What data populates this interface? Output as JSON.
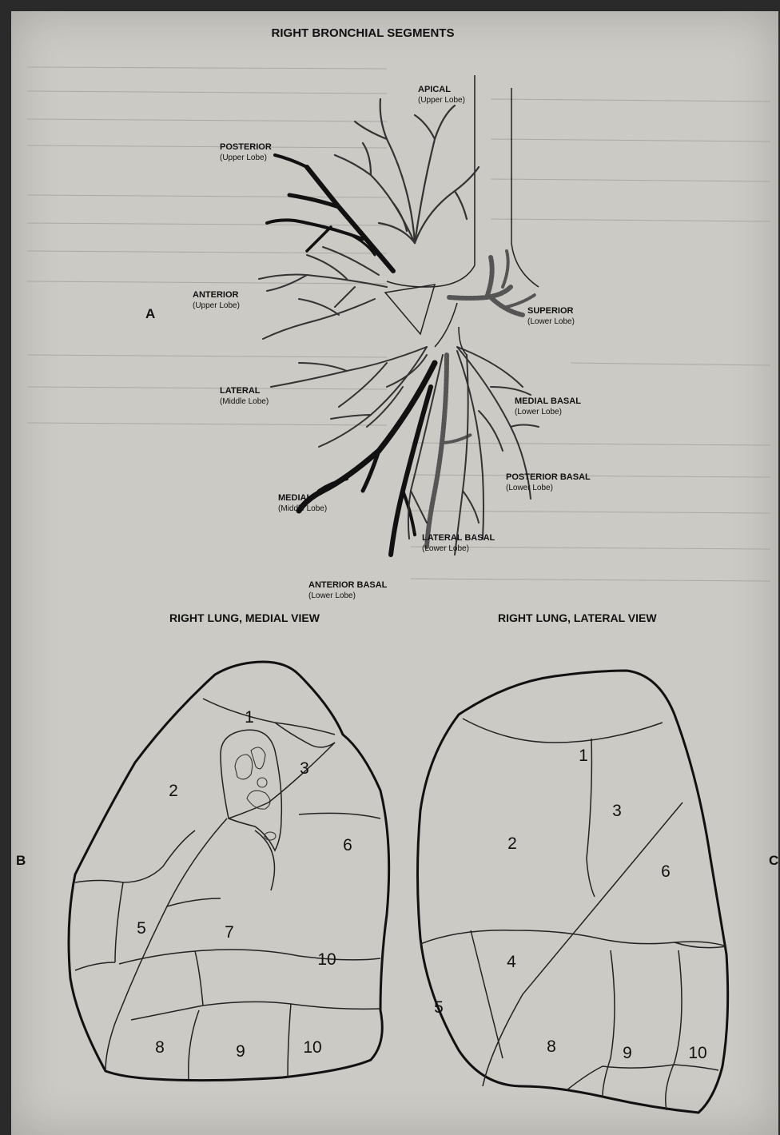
{
  "title": "RIGHT BRONCHIAL SEGMENTS",
  "panel_letters": {
    "a": "A",
    "b": "B",
    "c": "C"
  },
  "callouts": {
    "apical": {
      "name": "APICAL",
      "lobe": "(Upper Lobe)"
    },
    "posterior": {
      "name": "POSTERIOR",
      "lobe": "(Upper Lobe)"
    },
    "anterior": {
      "name": "ANTERIOR",
      "lobe": "(Upper Lobe)"
    },
    "superior": {
      "name": "SUPERIOR",
      "lobe": "(Lower Lobe)"
    },
    "lateral": {
      "name": "LATERAL",
      "lobe": "(Middle Lobe)"
    },
    "medial_basal": {
      "name": "MEDIAL BASAL",
      "lobe": "(Lower Lobe)"
    },
    "posterior_basal": {
      "name": "POSTERIOR BASAL",
      "lobe": "(Lower Lobe)"
    },
    "medial": {
      "name": "MEDIAL",
      "lobe": "(Middle Lobe)"
    },
    "lateral_basal": {
      "name": "LATERAL BASAL",
      "lobe": "(Lower Lobe)"
    },
    "anterior_basal": {
      "name": "ANTERIOR BASAL",
      "lobe": "(Lower Lobe)"
    }
  },
  "views": {
    "medial": "RIGHT LUNG, MEDIAL VIEW",
    "lateral": "RIGHT LUNG, LATERAL VIEW"
  },
  "medial_segments": [
    "1",
    "2",
    "3",
    "5",
    "6",
    "7",
    "8",
    "9",
    "10",
    "10"
  ],
  "lateral_segments": [
    "1",
    "2",
    "3",
    "4",
    "5",
    "6",
    "8",
    "9",
    "10"
  ],
  "colors": {
    "paper": "#cbcac5",
    "ink": "#111111",
    "dark_branch": "#111111",
    "mottled_branch": "#555555"
  }
}
